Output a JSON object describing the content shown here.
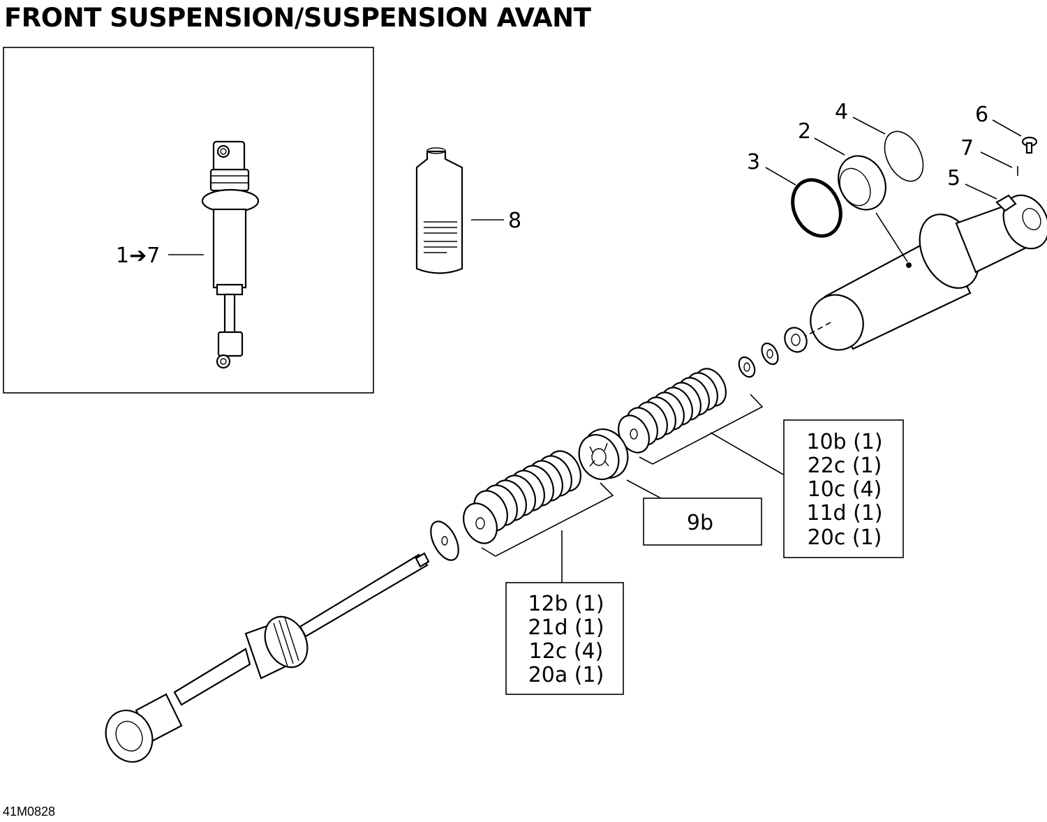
{
  "title": "FRONT SUSPENSION/SUSPENSION AVANT",
  "drawing_code": "41M0828",
  "callouts": {
    "assembly": "1➔7",
    "c2": "2",
    "c3": "3",
    "c4": "4",
    "c5": "5",
    "c6": "6",
    "c7": "7",
    "c8": "8"
  },
  "boxes": {
    "box_9b": [
      "9b"
    ],
    "box_10b": [
      "10b (1)",
      "22c (1)",
      "10c (4)",
      "11d (1)",
      "20c (1)"
    ],
    "box_12b": [
      "12b (1)",
      "21d (1)",
      "12c (4)",
      "20a (1)"
    ]
  }
}
